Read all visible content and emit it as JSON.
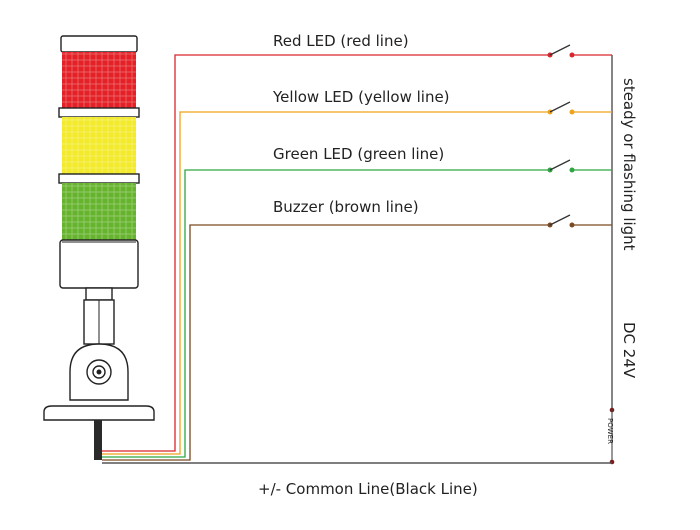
{
  "diagram": {
    "wires": [
      {
        "label": "Red LED (red line)",
        "color": "#d9262c"
      },
      {
        "label": "Yellow LED (yellow line)",
        "color": "#f0a21b"
      },
      {
        "label": "Green LED (green line)",
        "color": "#2ea641"
      },
      {
        "label": "Buzzer (brown line)",
        "color": "#7a4a22"
      }
    ],
    "side_label_top": "steady or flashing light",
    "side_label_bottom": "DC 24V",
    "power_label": "POWER",
    "common_label": "+/- Common Line(Black Line)",
    "common_color": "#555555",
    "lamp_colors": {
      "red": "#e32126",
      "yellow": "#f2ea2a",
      "green": "#66b32e"
    }
  }
}
